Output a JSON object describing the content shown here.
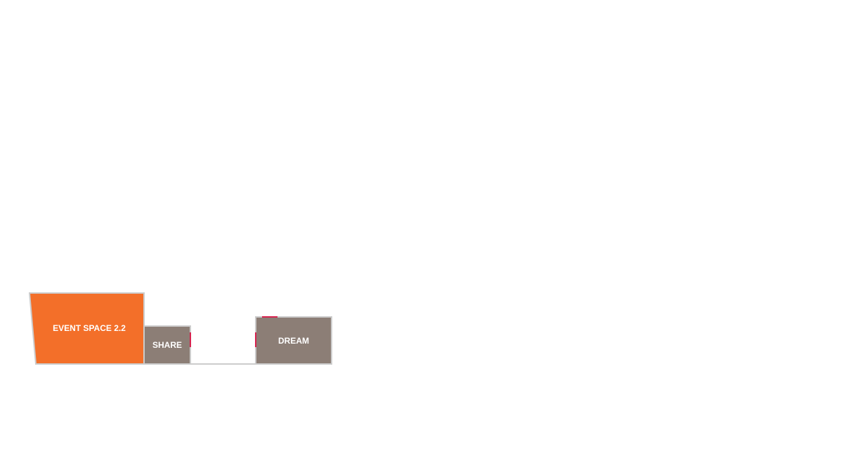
{
  "rooms": [
    {
      "name": "EVENT SPACE 2.2",
      "color": "#f36f29"
    },
    {
      "name": "SHARE",
      "color": "#8c7e76"
    },
    {
      "name": "DREAM",
      "color": "#8c7e76"
    }
  ],
  "colors": {
    "wall": "#cccccc",
    "door": "#d6234f"
  }
}
